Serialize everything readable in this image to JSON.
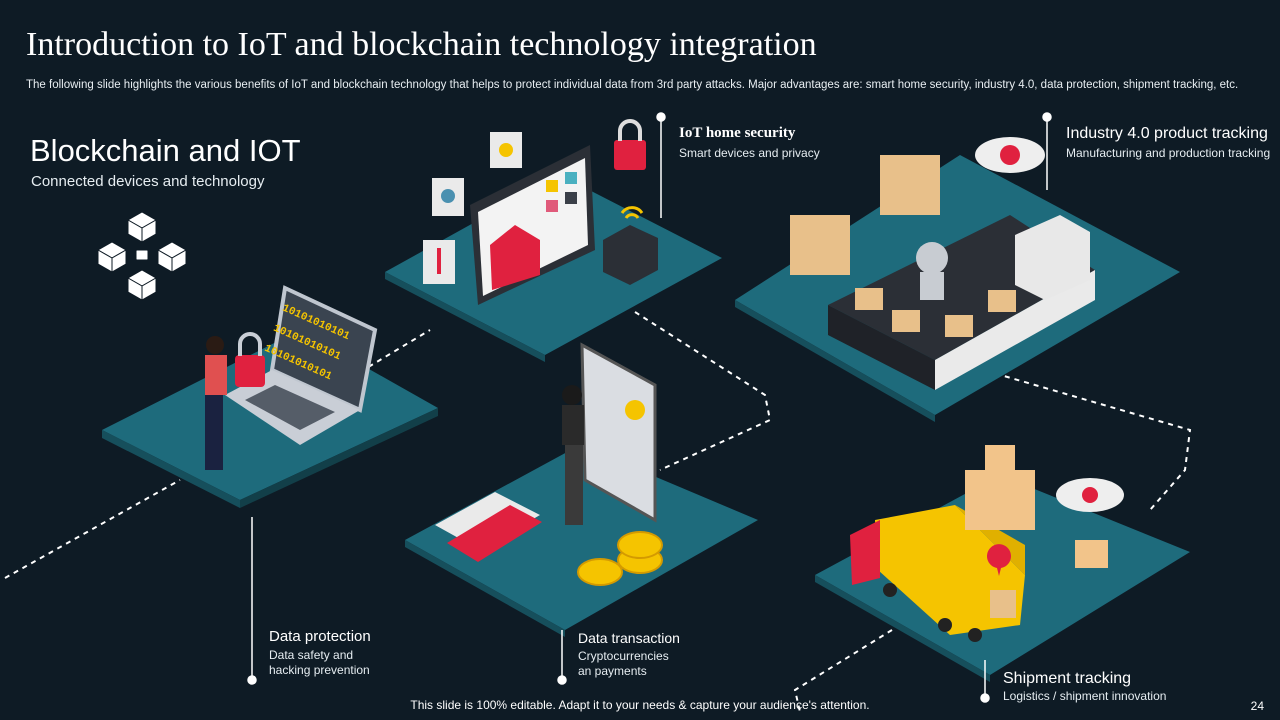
{
  "title": "Introduction to IoT and blockchain technology integration",
  "subtitle": "The following slide highlights the various benefits of IoT and blockchain technology that helps to protect individual data from 3rd party attacks. Major advantages are: smart home security, industry 4.0, data protection, shipment tracking, etc.",
  "hero": {
    "title": "Blockchain and IOT",
    "subtitle": "Connected devices and technology"
  },
  "items": [
    {
      "title": "IoT home security",
      "desc": "Smart devices and privacy"
    },
    {
      "title": "Industry  4.0 product tracking",
      "desc": "Manufacturing and production tracking"
    },
    {
      "title": "Data protection",
      "desc": "Data safety and hacking prevention"
    },
    {
      "title": "Data transaction",
      "desc": "Cryptocurrencies an payments"
    },
    {
      "title": "Shipment tracking",
      "desc": "Logistics / shipment innovation"
    }
  ],
  "laptop_code": [
    "10101010101",
    "10101010101",
    "10101010101"
  ],
  "footer": "This slide is 100% editable. Adapt it to your needs & capture your audience's attention.",
  "page_number": "24",
  "colors": {
    "background": "#0e1b25",
    "platform": "#1e6b7c",
    "accent_red": "#e0213f",
    "accent_yellow": "#f5c400"
  }
}
